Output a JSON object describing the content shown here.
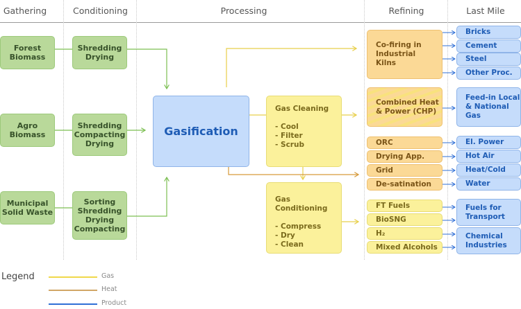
{
  "columns": [
    "Gathering",
    "Conditioning",
    "Processing",
    "Refining",
    "Last Mile"
  ],
  "gathering": [
    "Forest\nBiomass",
    "Agro\nBiomass",
    "Municipal\nSolid Waste"
  ],
  "conditioning": [
    "Shredding\nDrying",
    "Shredding\nCompacting\nDrying",
    "Sorting\nShredding\nDrying\nCompacting"
  ],
  "processing": {
    "gasification": "Gasification",
    "gas_cleaning": "Gas Cleaning\n\n- Cool\n- Filter\n- Scrub",
    "gas_conditioning": "Gas Conditioning\n\n- Compress\n- Dry\n- Clean"
  },
  "refining": {
    "cofiring": "Co-firing in\nIndustrial\nKilns",
    "chp": "Combined Heat\n& Power (CHP)",
    "heat": [
      "ORC",
      "Drying App.",
      "Grid",
      "De-satination"
    ],
    "fuels": [
      "FT Fuels",
      "BioSNG",
      "H₂",
      "Mixed Alcohols"
    ]
  },
  "last_mile": {
    "kiln_products": [
      "Bricks",
      "Cement",
      "Steel",
      "Other Proc."
    ],
    "feed_in": "Feed-in Local\n& National\nGas",
    "heat_products": [
      "El. Power",
      "Hot Air",
      "Heat/Cold",
      "Water"
    ],
    "fuels_transport": "Fuels for\nTransport",
    "chemical": "Chemical\nIndustries"
  },
  "legend": {
    "title": "Legend",
    "items": [
      {
        "label": "Gas",
        "color": "#f0d84a"
      },
      {
        "label": "Heat",
        "color": "#d1a666"
      },
      {
        "label": "Product",
        "color": "#2f6fd6"
      }
    ]
  },
  "colors": {
    "green_flow": "#7cbf52",
    "gas_flow": "#f0d84a",
    "heat_flow": "#d69a3a",
    "product_flow": "#2f6fd6"
  }
}
